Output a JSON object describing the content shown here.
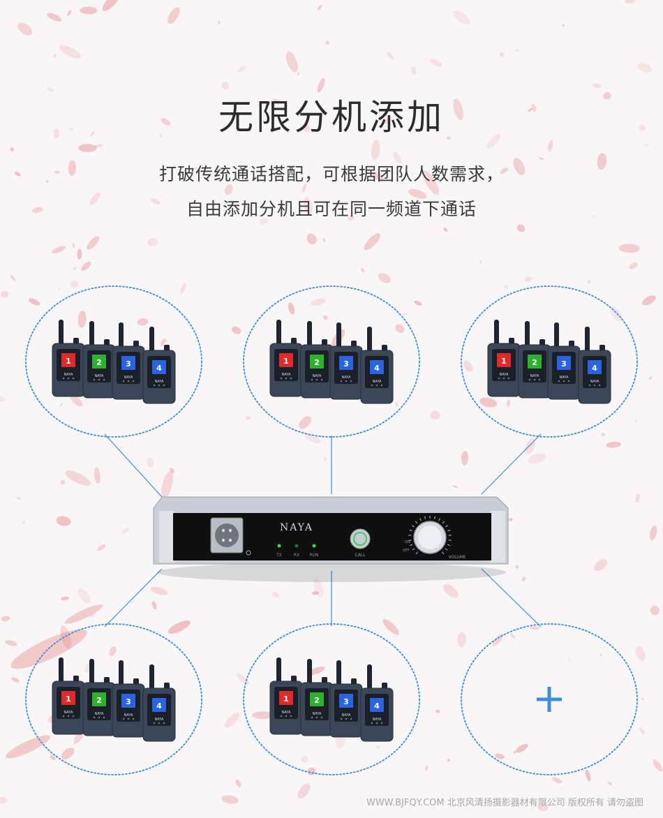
{
  "title": "无限分机添加",
  "subtitle": {
    "line1": "打破传统通话搭配，可根据团队人数需求，",
    "line2": "自由添加分机且可在同一频道下通话"
  },
  "colors": {
    "accent": "#3b8fe0",
    "beltpack": "#3b4658",
    "screen_red": "#e02a2a",
    "screen_green": "#2fb12f",
    "screen_blue": "#2a63e0"
  },
  "base_station": {
    "brand": "NAYA",
    "indicators": [
      "TX",
      "RX",
      "RUN"
    ],
    "call_label": "CALL",
    "volume_label": "VOLUME",
    "dial_off": "OFF",
    "dial_on": "ON"
  },
  "beltpack": {
    "brand": "NAYA",
    "numbers": [
      "1",
      "2",
      "3",
      "4"
    ]
  },
  "groups_count": 5,
  "add_icon": "plus-icon",
  "watermark": "WWW.BJFQY.COM 北京风清扬摄影器材有限公司 版权所有 请勿盗图"
}
